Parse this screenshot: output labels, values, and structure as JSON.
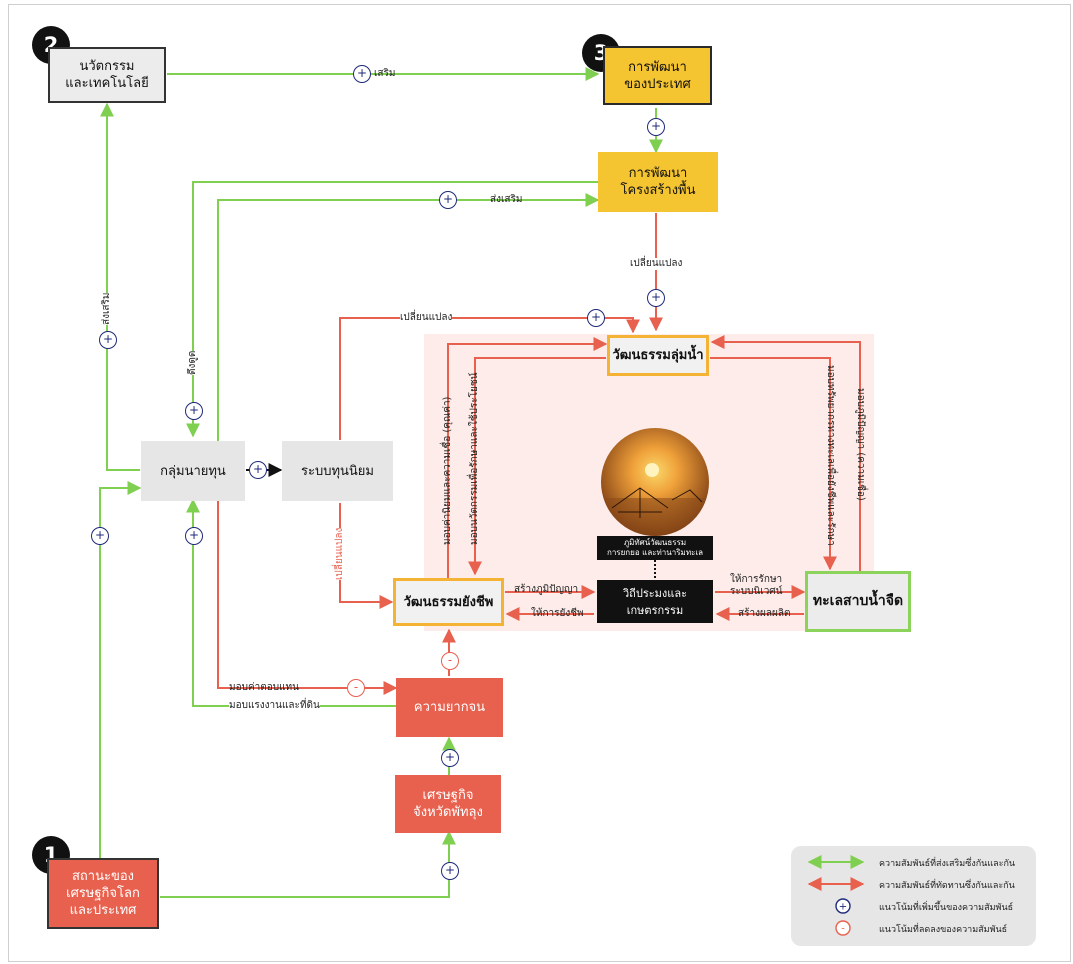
{
  "nodes": {
    "innovation": "นวัตกรรม\nและเทคโนโลยี",
    "national_dev": "การพัฒนา\nของประเทศ",
    "infrastructure": "การพัฒนา\nโครงสร้างพื้น",
    "river_culture": "วัฒนธรรมลุ่มน้ำ",
    "capitalists": "กลุ่มนายทุน",
    "capitalism": "ระบบทุนนิยม",
    "livelihood_culture": "วัฒนธรรมยังชีพ",
    "fishing_farming": "วิถีประมงและเกษตรกรรม",
    "lake": "ทะเลสาบน้ำจืด",
    "poverty": "ความยากจน",
    "phatthalung_econ": "เศรษฐกิจ\nจังหวัดพัทลุง",
    "world_econ": "สถานะของ\nเศรษฐกิจโลก\nและประเทศ"
  },
  "badges": {
    "b1": "1",
    "b2": "2",
    "b3": "3"
  },
  "photo_caption": "ภูมิทัศน์วัฒนธรรม\nการยกยอ และท่านาริมทะเล",
  "labels": {
    "promote_top": "เสริม",
    "promote_infra": "ส่งเสริม",
    "promote_left": "ส่งเสริม",
    "attract": "ดึงดูด",
    "change_infra": "เปลี่ยนแปลง",
    "change_capitalism": "เปลี่ยนแปลง",
    "change_livelihood": "เปลี่ยนแปลง",
    "value_belief": "มอบค่านิยมและความเชื่อ (คุณค่า)",
    "culture_use": "มอบนวัตกรรมเพื่อรักษาและใช้ประโยชน์",
    "marine_resources": "มอบทรัพยากรทางทะเลเพื่อยังชีพและรักษา",
    "knowledge_river": "มอบภูมิปัญญา (ความเชื่อ)",
    "wisdom": "สร้างภูมิปัญญา",
    "livelihood": "ให้การยังชีพ",
    "conserve": "ให้การรักษา\nระบบนิเวศน์",
    "produce": "สร้างผลผลิต",
    "compensation": "มอบค่าตอบแทน",
    "labor_land": "มอบแรงงานและที่ดิน"
  },
  "legend": {
    "green_arrow": "ความสัมพันธ์ที่ส่งเสริมซึ่งกันและกัน",
    "red_arrow": "ความสัมพันธ์ที่ทัดทานซึ่งกันและกัน",
    "plus": "แนวโน้มที่เพิ่มขึ้นของความสัมพันธ์",
    "minus": "แนวโน้มที่ลดลงของความสัมพันธ์"
  },
  "symbols": {
    "plus": "+",
    "minus": "-"
  },
  "colors": {
    "green": "#7fcf50",
    "red": "#e8604e",
    "yellow": "#f5c431",
    "orange": "#f5b335",
    "panel": "#fdecea"
  }
}
